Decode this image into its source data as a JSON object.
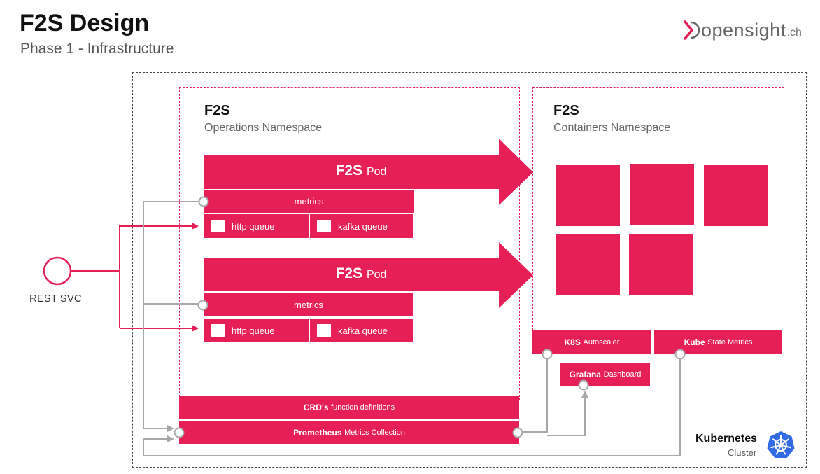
{
  "header": {
    "title": "F2S Design",
    "subtitle": "Phase 1 - Infrastructure"
  },
  "logo": {
    "name": "opensight",
    "tld": ".ch"
  },
  "operations_ns": {
    "title": "F2S",
    "subtitle": "Operations Namespace"
  },
  "containers_ns": {
    "title": "F2S",
    "subtitle": "Containers Namespace"
  },
  "pods": [
    {
      "name": "F2S",
      "suffix": "Pod",
      "metrics": "metrics",
      "http": "http queue",
      "kafka": "kafka queue"
    },
    {
      "name": "F2S",
      "suffix": "Pod",
      "metrics": "metrics",
      "http": "http queue",
      "kafka": "kafka queue"
    }
  ],
  "crd": {
    "bold": "CRD's",
    "rest": "function definitions"
  },
  "prometheus": {
    "bold": "Prometheus",
    "rest": "Metrics Collection"
  },
  "autoscaler": {
    "bold": "K8S",
    "rest": "Autoscaler"
  },
  "kube_state": {
    "bold": "Kube",
    "rest": "State Metrics"
  },
  "grafana": {
    "bold": "Grafana",
    "rest": "Dashboard"
  },
  "rest_svc": "REST SVC",
  "kubernetes": {
    "title": "Kubernetes",
    "subtitle": "Cluster"
  },
  "colors": {
    "accent": "#e62057",
    "line": "#a8a8a8"
  },
  "icons": {
    "kubernetes": "helm-wheel-icon",
    "logo": "opensight-arrow-icon"
  }
}
